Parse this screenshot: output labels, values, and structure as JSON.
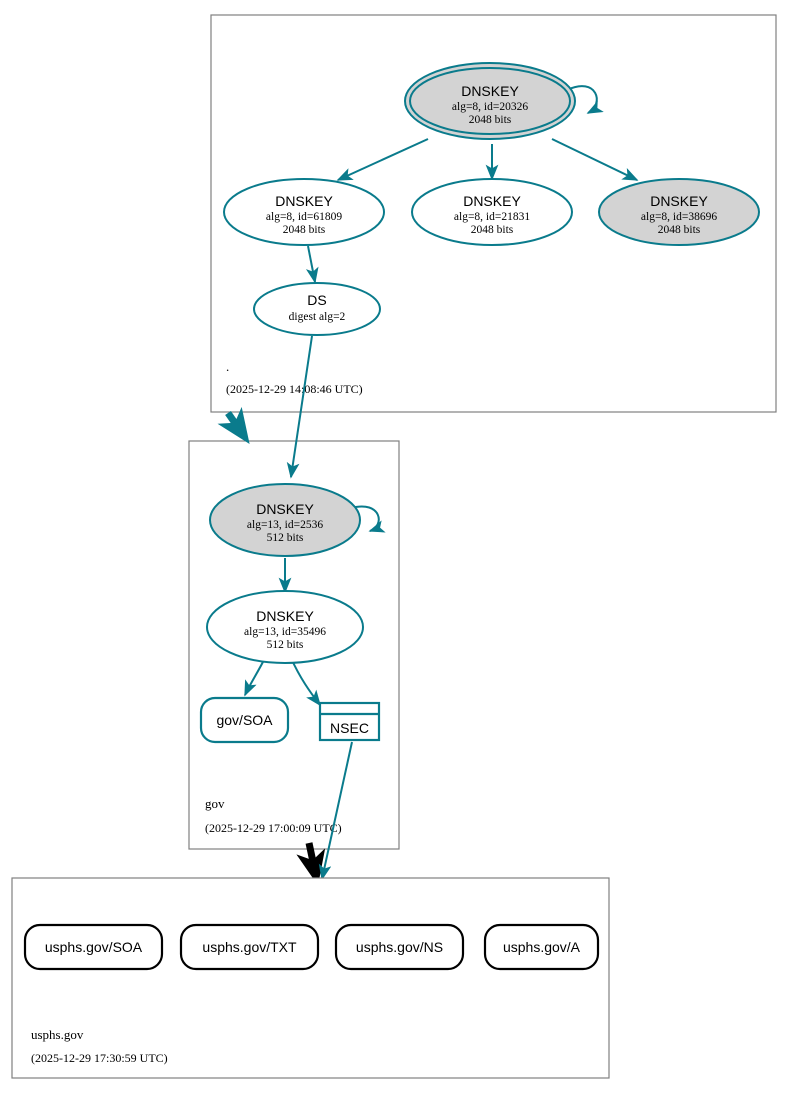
{
  "diagram": {
    "type": "dnssec-authentication-chain",
    "colors": {
      "edge_teal": "#0a7b8c",
      "node_border_teal": "#0a7b8c",
      "node_fill_secure": "#d3d3d3",
      "node_fill_plain": "#ffffff",
      "zone_border": "#808080",
      "delegation_arrow": "#000000"
    }
  },
  "zones": [
    {
      "id": "root",
      "name": ".",
      "timestamp": "(2025-12-29 14:08:46 UTC)",
      "nodes": [
        {
          "id": "root-ksk-20326",
          "kind": "DNSKEY",
          "title": "DNSKEY",
          "line2": "alg=8, id=20326",
          "line3": "2048 bits",
          "shape": "doubleellipse",
          "fill": "gray",
          "self_signed": true
        },
        {
          "id": "root-zsk-61809",
          "kind": "DNSKEY",
          "title": "DNSKEY",
          "line2": "alg=8, id=61809",
          "line3": "2048 bits",
          "shape": "ellipse",
          "fill": "white",
          "self_signed": false
        },
        {
          "id": "root-zsk-21831",
          "kind": "DNSKEY",
          "title": "DNSKEY",
          "line2": "alg=8, id=21831",
          "line3": "2048 bits",
          "shape": "ellipse",
          "fill": "white",
          "self_signed": false
        },
        {
          "id": "root-ksk-38696",
          "kind": "DNSKEY",
          "title": "DNSKEY",
          "line2": "alg=8, id=38696",
          "line3": "2048 bits",
          "shape": "ellipse",
          "fill": "gray",
          "self_signed": false
        },
        {
          "id": "root-ds",
          "kind": "DS",
          "title": "DS",
          "line2": "digest alg=2",
          "line3": "",
          "shape": "ellipse",
          "fill": "white",
          "self_signed": false
        }
      ]
    },
    {
      "id": "gov",
      "name": "gov",
      "timestamp": "(2025-12-29 17:00:09 UTC)",
      "nodes": [
        {
          "id": "gov-ksk-2536",
          "kind": "DNSKEY",
          "title": "DNSKEY",
          "line2": "alg=13, id=2536",
          "line3": "512 bits",
          "shape": "ellipse",
          "fill": "gray",
          "self_signed": true
        },
        {
          "id": "gov-zsk-35496",
          "kind": "DNSKEY",
          "title": "DNSKEY",
          "line2": "alg=13, id=35496",
          "line3": "512 bits",
          "shape": "ellipse",
          "fill": "white",
          "self_signed": false
        },
        {
          "id": "gov-soa",
          "kind": "RRset",
          "title": "gov/SOA",
          "shape": "rounded-rect",
          "stroke": "teal"
        },
        {
          "id": "gov-nsec",
          "kind": "NSEC",
          "title": "NSEC",
          "shape": "record-rect",
          "stroke": "teal"
        }
      ]
    },
    {
      "id": "usphs-gov",
      "name": "usphs.gov",
      "timestamp": "(2025-12-29 17:30:59 UTC)",
      "nodes": [
        {
          "id": "usphs-soa",
          "kind": "RRset",
          "title": "usphs.gov/SOA",
          "shape": "rounded-rect",
          "stroke": "black"
        },
        {
          "id": "usphs-txt",
          "kind": "RRset",
          "title": "usphs.gov/TXT",
          "shape": "rounded-rect",
          "stroke": "black"
        },
        {
          "id": "usphs-ns",
          "kind": "RRset",
          "title": "usphs.gov/NS",
          "shape": "rounded-rect",
          "stroke": "black"
        },
        {
          "id": "usphs-a",
          "kind": "RRset",
          "title": "usphs.gov/A",
          "shape": "rounded-rect",
          "stroke": "black"
        }
      ]
    }
  ],
  "edges": [
    {
      "from": "root-ksk-20326",
      "to": "root-ksk-20326",
      "style": "self-loop",
      "color": "teal"
    },
    {
      "from": "root-ksk-20326",
      "to": "root-zsk-61809",
      "style": "signs",
      "color": "teal"
    },
    {
      "from": "root-ksk-20326",
      "to": "root-zsk-21831",
      "style": "signs",
      "color": "teal"
    },
    {
      "from": "root-ksk-20326",
      "to": "root-ksk-38696",
      "style": "signs",
      "color": "teal"
    },
    {
      "from": "root-zsk-61809",
      "to": "root-ds",
      "style": "signs",
      "color": "teal"
    },
    {
      "from": "root-ds",
      "to": "gov-ksk-2536",
      "style": "delegation-trust",
      "color": "teal"
    },
    {
      "from": "root",
      "to": "gov",
      "style": "zone-delegation",
      "color": "teal"
    },
    {
      "from": "gov-ksk-2536",
      "to": "gov-ksk-2536",
      "style": "self-loop",
      "color": "teal"
    },
    {
      "from": "gov-ksk-2536",
      "to": "gov-zsk-35496",
      "style": "signs",
      "color": "teal"
    },
    {
      "from": "gov-zsk-35496",
      "to": "gov-soa",
      "style": "signs",
      "color": "teal"
    },
    {
      "from": "gov-zsk-35496",
      "to": "gov-nsec",
      "style": "signs",
      "color": "teal"
    },
    {
      "from": "gov-nsec",
      "to": "usphs-gov",
      "style": "proves-nonexistence",
      "color": "teal"
    },
    {
      "from": "gov",
      "to": "usphs-gov",
      "style": "zone-delegation",
      "color": "black"
    }
  ]
}
